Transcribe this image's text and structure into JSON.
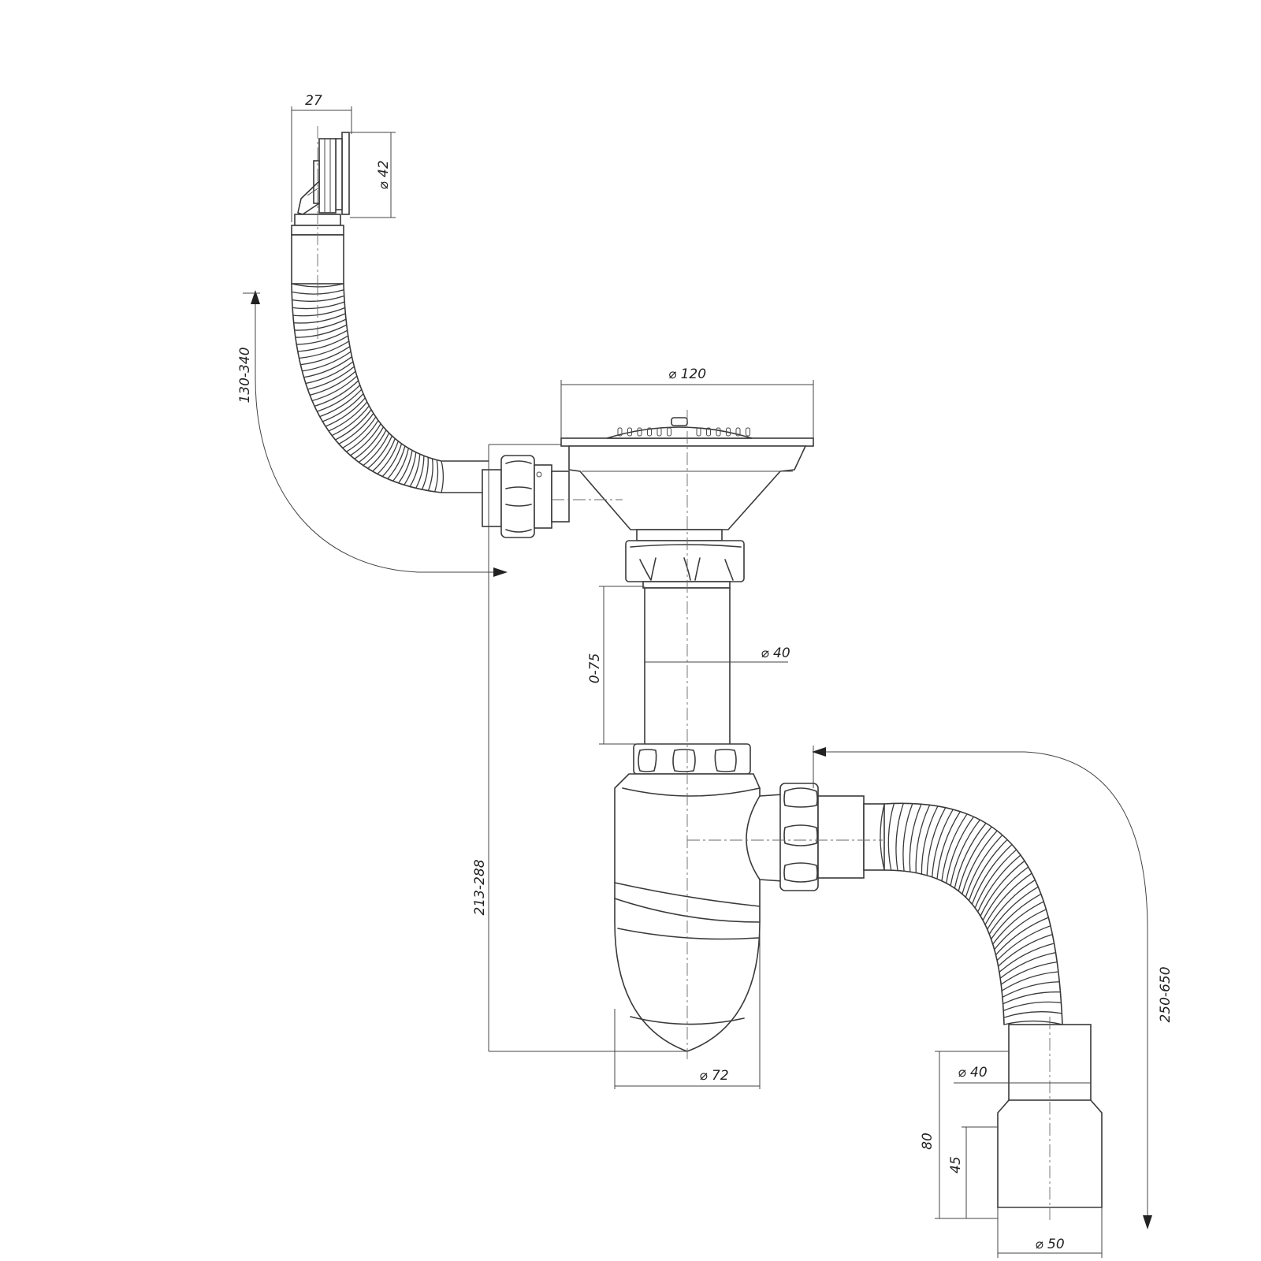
{
  "drawing": {
    "dimensions": {
      "outlet_width": "27",
      "outlet_diameter": "⌀ 42",
      "overflow_hose_length": "130-340",
      "strainer_diameter": "⌀ 120",
      "pipe_extension": "0-75",
      "pipe_diameter": "⌀ 40",
      "total_height": "213-288",
      "trap_diameter": "⌀ 72",
      "drain_hose_length": "250-650",
      "outlet_pipe_diameter": "⌀ 40",
      "outlet_length": "80",
      "socket_length": "45",
      "socket_diameter": "⌀ 50"
    },
    "colors": {
      "line": "#3a3a3a",
      "text": "#222222",
      "background": "#ffffff"
    }
  }
}
